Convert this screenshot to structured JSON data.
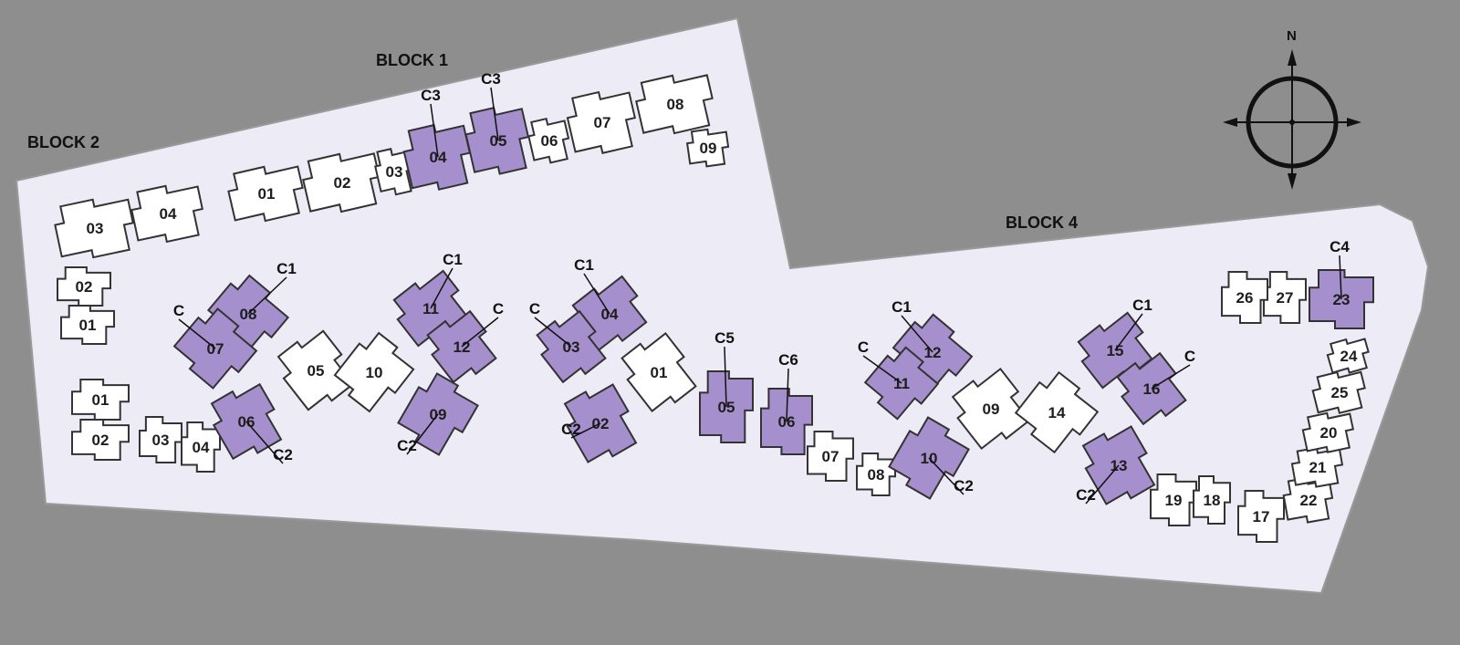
{
  "map": {
    "colors": {
      "background": "#8e8e8e",
      "site": "#ecebf6",
      "unit_plain": "#ffffff",
      "unit_highlight": "#a58fcd",
      "outline": "#333333"
    },
    "blocks": [
      {
        "name": "BLOCK 1"
      },
      {
        "name": "BLOCK 2"
      },
      {
        "name": "BLOCK 4"
      }
    ],
    "compass": {
      "north": "N"
    },
    "units": [
      {
        "label": "01",
        "highlight": false
      },
      {
        "label": "02",
        "highlight": false
      },
      {
        "label": "03",
        "highlight": false
      },
      {
        "label": "04",
        "highlight": true,
        "type": "C3"
      },
      {
        "label": "05",
        "highlight": true,
        "type": "C3"
      },
      {
        "label": "06",
        "highlight": false
      },
      {
        "label": "07",
        "highlight": false
      },
      {
        "label": "08",
        "highlight": false
      },
      {
        "label": "09",
        "highlight": false
      },
      {
        "label": "03",
        "highlight": false
      },
      {
        "label": "04",
        "highlight": false
      },
      {
        "label": "02",
        "highlight": false
      },
      {
        "label": "01",
        "highlight": false
      },
      {
        "label": "01",
        "highlight": false
      },
      {
        "label": "02",
        "highlight": false
      },
      {
        "label": "03",
        "highlight": false
      },
      {
        "label": "04",
        "highlight": false
      },
      {
        "label": "08",
        "highlight": true,
        "type": "C1"
      },
      {
        "label": "07",
        "highlight": true,
        "type": "C"
      },
      {
        "label": "06",
        "highlight": true,
        "type": "C2"
      },
      {
        "label": "05",
        "highlight": false
      },
      {
        "label": "10",
        "highlight": false
      },
      {
        "label": "11",
        "highlight": true,
        "type": "C1"
      },
      {
        "label": "12",
        "highlight": true,
        "type": "C"
      },
      {
        "label": "09",
        "highlight": true,
        "type": "C2"
      },
      {
        "label": "04",
        "highlight": true,
        "type": "C1"
      },
      {
        "label": "03",
        "highlight": true,
        "type": "C"
      },
      {
        "label": "02",
        "highlight": true,
        "type": "C2"
      },
      {
        "label": "01",
        "highlight": false
      },
      {
        "label": "05",
        "highlight": true,
        "type": "C5"
      },
      {
        "label": "06",
        "highlight": true,
        "type": "C6"
      },
      {
        "label": "07",
        "highlight": false
      },
      {
        "label": "08",
        "highlight": false
      },
      {
        "label": "12",
        "highlight": true,
        "type": "C1"
      },
      {
        "label": "11",
        "highlight": true,
        "type": "C"
      },
      {
        "label": "10",
        "highlight": true,
        "type": "C2"
      },
      {
        "label": "09",
        "highlight": false
      },
      {
        "label": "14",
        "highlight": false
      },
      {
        "label": "15",
        "highlight": true,
        "type": "C1"
      },
      {
        "label": "16",
        "highlight": true,
        "type": "C"
      },
      {
        "label": "13",
        "highlight": true,
        "type": "C2"
      },
      {
        "label": "19",
        "highlight": false
      },
      {
        "label": "18",
        "highlight": false
      },
      {
        "label": "17",
        "highlight": false
      },
      {
        "label": "22",
        "highlight": false
      },
      {
        "label": "21",
        "highlight": false
      },
      {
        "label": "20",
        "highlight": false
      },
      {
        "label": "25",
        "highlight": false
      },
      {
        "label": "24",
        "highlight": false
      },
      {
        "label": "23",
        "highlight": true,
        "type": "C4"
      },
      {
        "label": "27",
        "highlight": false
      },
      {
        "label": "26",
        "highlight": false
      }
    ]
  }
}
